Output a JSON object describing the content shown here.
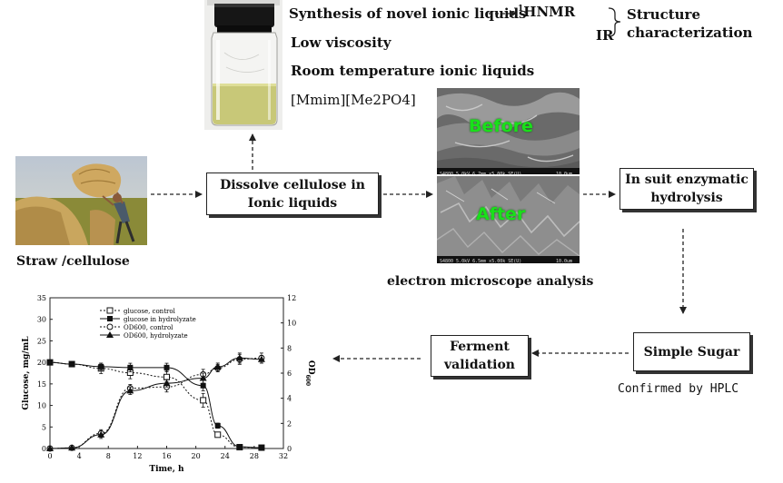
{
  "intro": {
    "line1": "Synthesis of novel ionic liquids",
    "line2": "Low viscosity",
    "line3": "Room temperature  ionic liquids",
    "line4": "[Mmim][Me2PO4]"
  },
  "characterization": {
    "hnmr_sup": "1",
    "hnmr": "HNMR",
    "ir": "IR",
    "label_line1": "Structure",
    "label_line2": "characterization"
  },
  "straw": {
    "caption": "Straw /cellulose"
  },
  "dissolve_box": {
    "line1": "Dissolve cellulose in",
    "line2": "Ionic liquids"
  },
  "sem": {
    "before": "Before",
    "after": "After",
    "caption_top": "S4800 5.0kV 6.7mm x5.00k SE(U)",
    "caption_bottom": "S4800 5.0kV 6.5mm x5.00k SE(U)",
    "scale": "10.0um",
    "analysis_label": "electron microscope analysis"
  },
  "enzymatic_box": {
    "line1": "In suit enzymatic",
    "line2": "hydrolysis"
  },
  "sugar_box": {
    "label": "Simple Sugar"
  },
  "hplc_label": "Confirmed by HPLC",
  "ferment_box": {
    "line1": "Ferment",
    "line2": "validation"
  },
  "colors": {
    "sem_text": "#19e01a",
    "liquid": "#c8c878",
    "arrow": "#222222"
  },
  "chart_data": {
    "type": "line",
    "xlabel": "Time, h",
    "ylabel_left": "Glucose, mg/mL",
    "ylabel_right_main": "OD",
    "ylabel_right_sub": "600",
    "xlim": [
      0,
      32
    ],
    "ylim_left": [
      0,
      35
    ],
    "ylim_right": [
      0,
      12
    ],
    "xticks": [
      0,
      4,
      8,
      12,
      16,
      20,
      24,
      28,
      32
    ],
    "yticks_left": [
      0,
      5,
      10,
      15,
      20,
      25,
      30,
      35
    ],
    "yticks_right": [
      0,
      2,
      4,
      6,
      8,
      10,
      12
    ],
    "legend_position": "top-center",
    "series": [
      {
        "name": "glucose, control",
        "axis": "left",
        "marker": "open-square",
        "line": "dotted",
        "x": [
          0,
          3,
          7,
          11,
          16,
          21,
          23,
          26,
          29
        ],
        "y": [
          20,
          19.6,
          18.6,
          17.6,
          16.6,
          11.2,
          3.2,
          0.3,
          0.2
        ],
        "err": [
          0.4,
          0.4,
          1.2,
          1.4,
          1.5,
          1.6,
          0.5,
          0.2,
          0.2
        ]
      },
      {
        "name": "glucose in  hydrolyzate",
        "axis": "left",
        "marker": "filled-square",
        "line": "solid",
        "x": [
          0,
          3,
          7,
          11,
          16,
          21,
          23,
          26,
          29
        ],
        "y": [
          20,
          19.6,
          19,
          18.8,
          18.8,
          14.6,
          5.3,
          0.4,
          0.2
        ],
        "err": [
          0.4,
          0.4,
          0.8,
          1,
          1,
          1.2,
          0.6,
          0.2,
          0.2
        ]
      },
      {
        "name": "OD600, control",
        "axis": "right",
        "marker": "open-circle",
        "line": "dotted",
        "x": [
          0,
          3,
          7,
          11,
          16,
          21,
          23,
          26,
          29
        ],
        "y": [
          0,
          0.05,
          1.2,
          4.8,
          4.9,
          5.9,
          6.4,
          7.1,
          7.2
        ],
        "err": [
          0,
          0.05,
          0.3,
          0.3,
          0.4,
          0.4,
          0.3,
          0.4,
          0.4
        ]
      },
      {
        "name": "OD600, hydrolyzate",
        "axis": "right",
        "marker": "filled-triangle",
        "line": "solid",
        "x": [
          0,
          3,
          7,
          11,
          16,
          21,
          23,
          26,
          29
        ],
        "y": [
          0,
          0.05,
          1.1,
          4.6,
          5.2,
          5.6,
          6.5,
          7.2,
          7.1
        ],
        "err": [
          0,
          0.05,
          0.3,
          0.3,
          0.3,
          0.4,
          0.3,
          0.4,
          0.3
        ]
      }
    ]
  }
}
